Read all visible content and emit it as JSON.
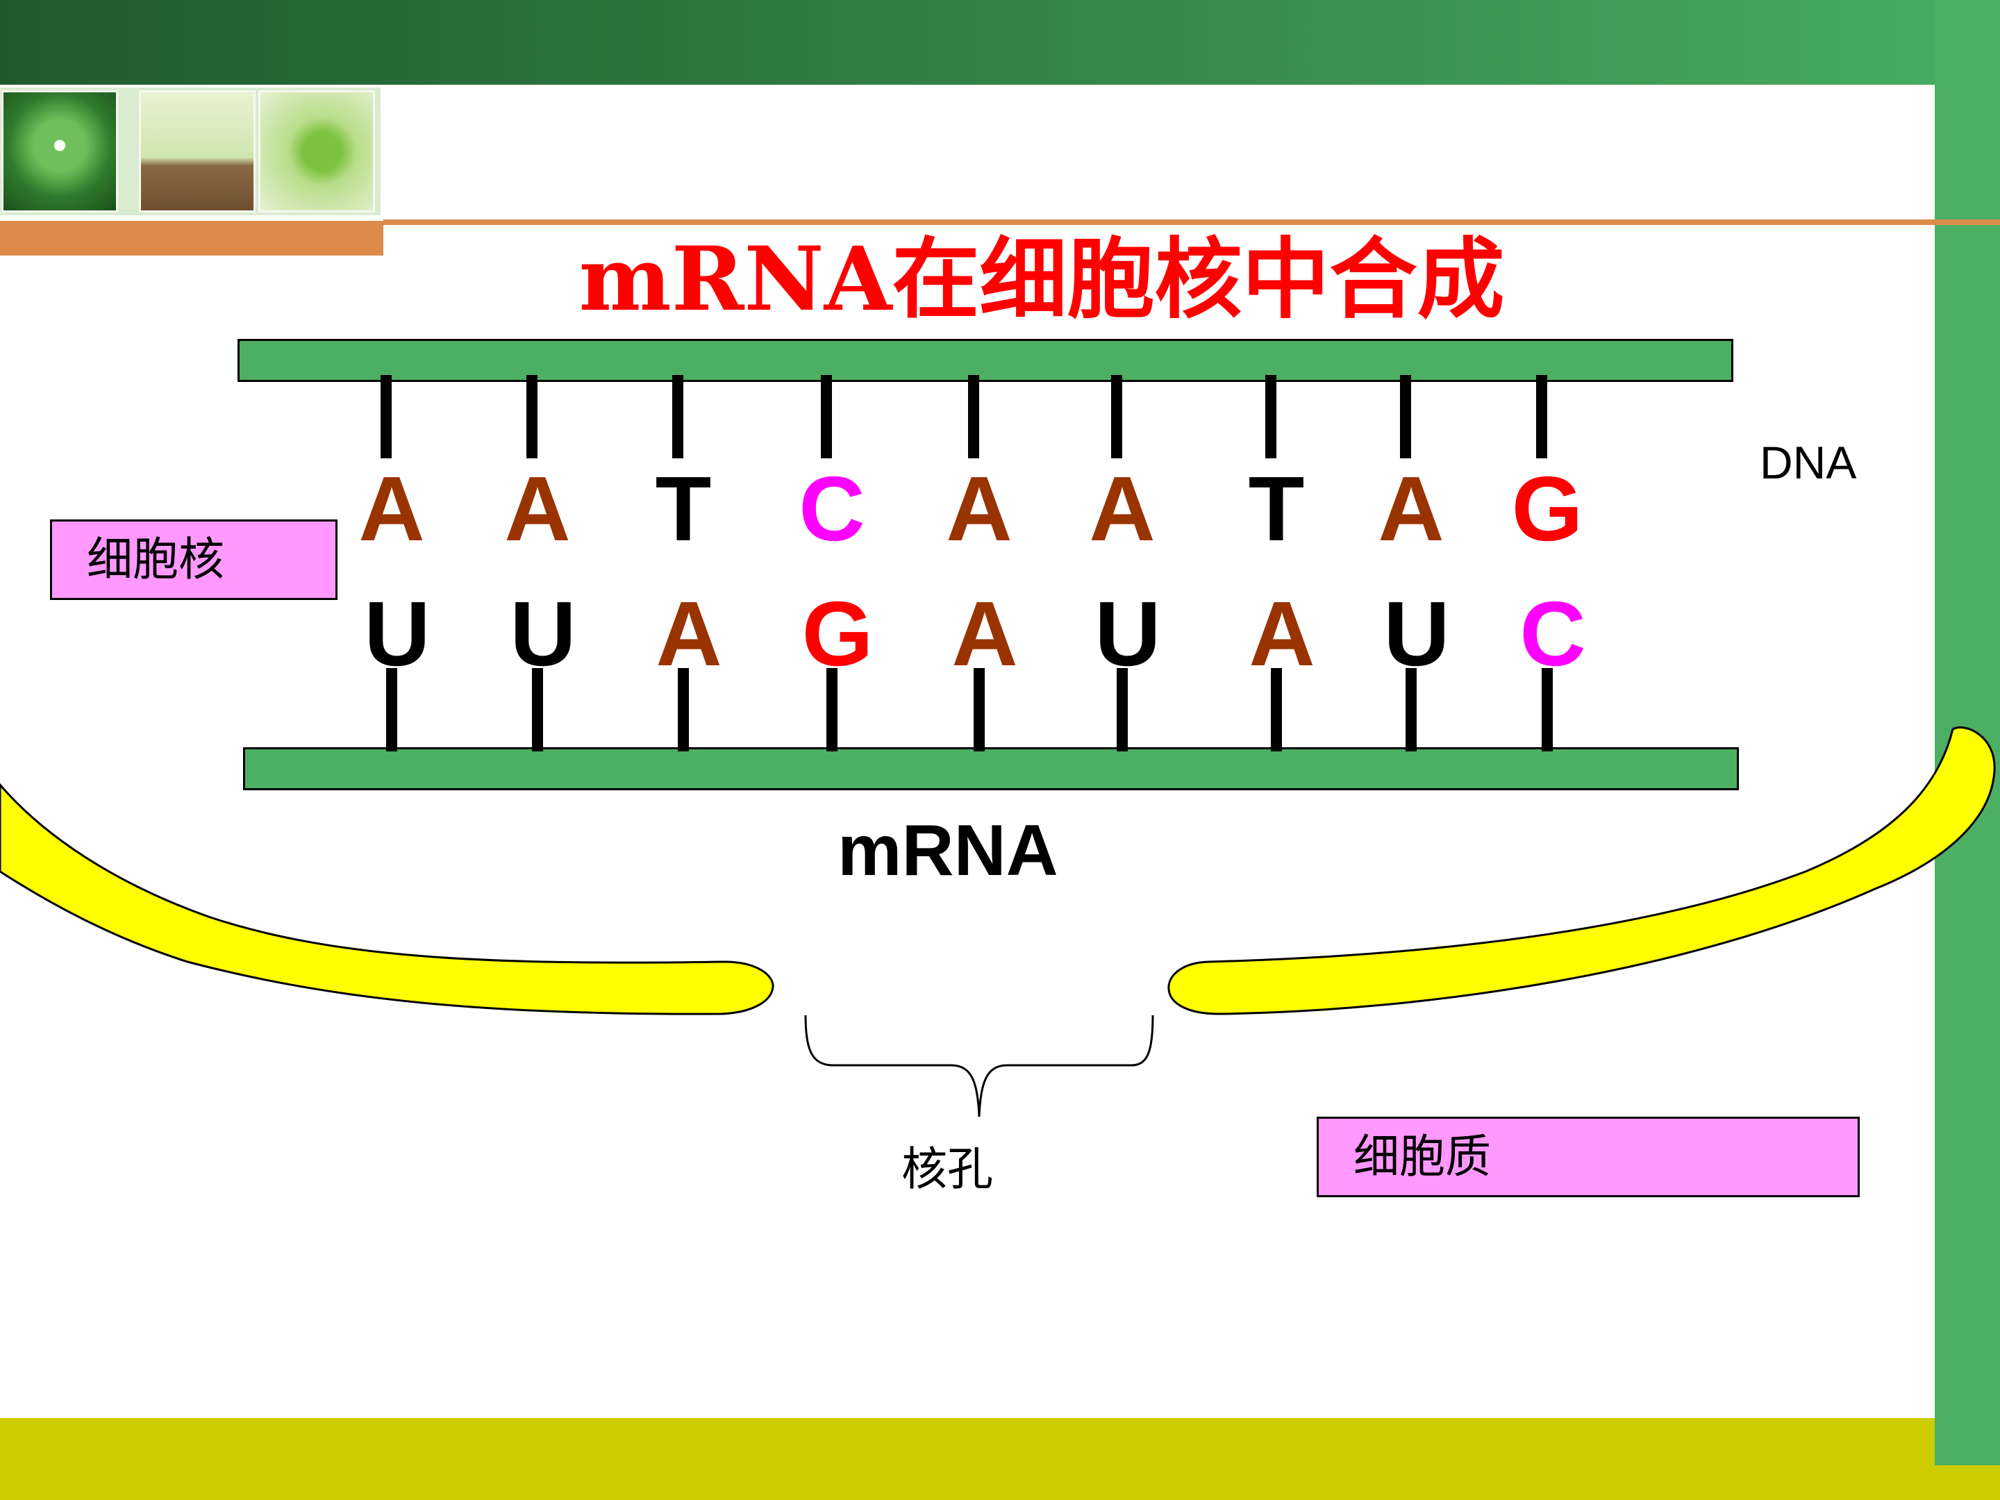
{
  "title": "mRNA在细胞核中合成",
  "labels": {
    "dna": "DNA",
    "mrna": "mRNA",
    "nucleus": "细胞核",
    "cytoplasm": "细胞质",
    "nuclear_pore": "核孔"
  },
  "dna_bases": [
    "A",
    "A",
    "T",
    "C",
    "A",
    "A",
    "T",
    "A",
    "G"
  ],
  "mrna_bases": [
    "U",
    "U",
    "A",
    "G",
    "A",
    "U",
    "A",
    "U",
    "C"
  ],
  "base_colors": {
    "A": "#993300",
    "T": "#000000",
    "C": "#ff00ff",
    "G": "#ff0000",
    "U": "#000000"
  },
  "colors": {
    "strand": "#4daf63",
    "membrane": "#ffff00",
    "label_box": "#ff99ff",
    "title": "#ff0000"
  }
}
